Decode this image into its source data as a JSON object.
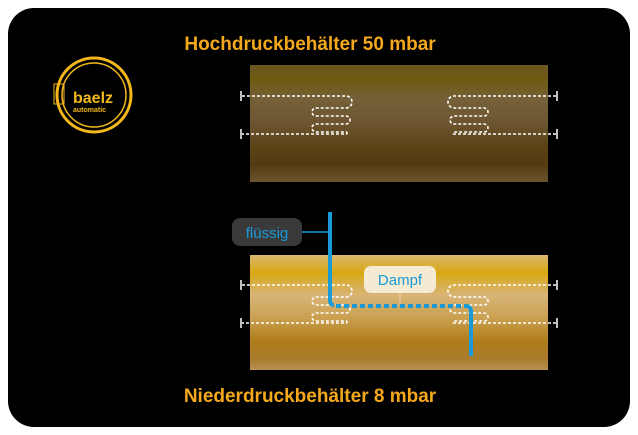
{
  "titles": {
    "high_pressure": "Hochdruckbehälter 50 mbar",
    "low_pressure": "Niederdruckbehälter 8 mbar"
  },
  "labels": {
    "liquid": "flüssig",
    "vapor": "Dampf"
  },
  "logo": {
    "name": "baelz",
    "sub": "automatic"
  },
  "colors": {
    "accent": "#f4a81c",
    "flow": "#1a9ad6",
    "background": "#000000"
  }
}
